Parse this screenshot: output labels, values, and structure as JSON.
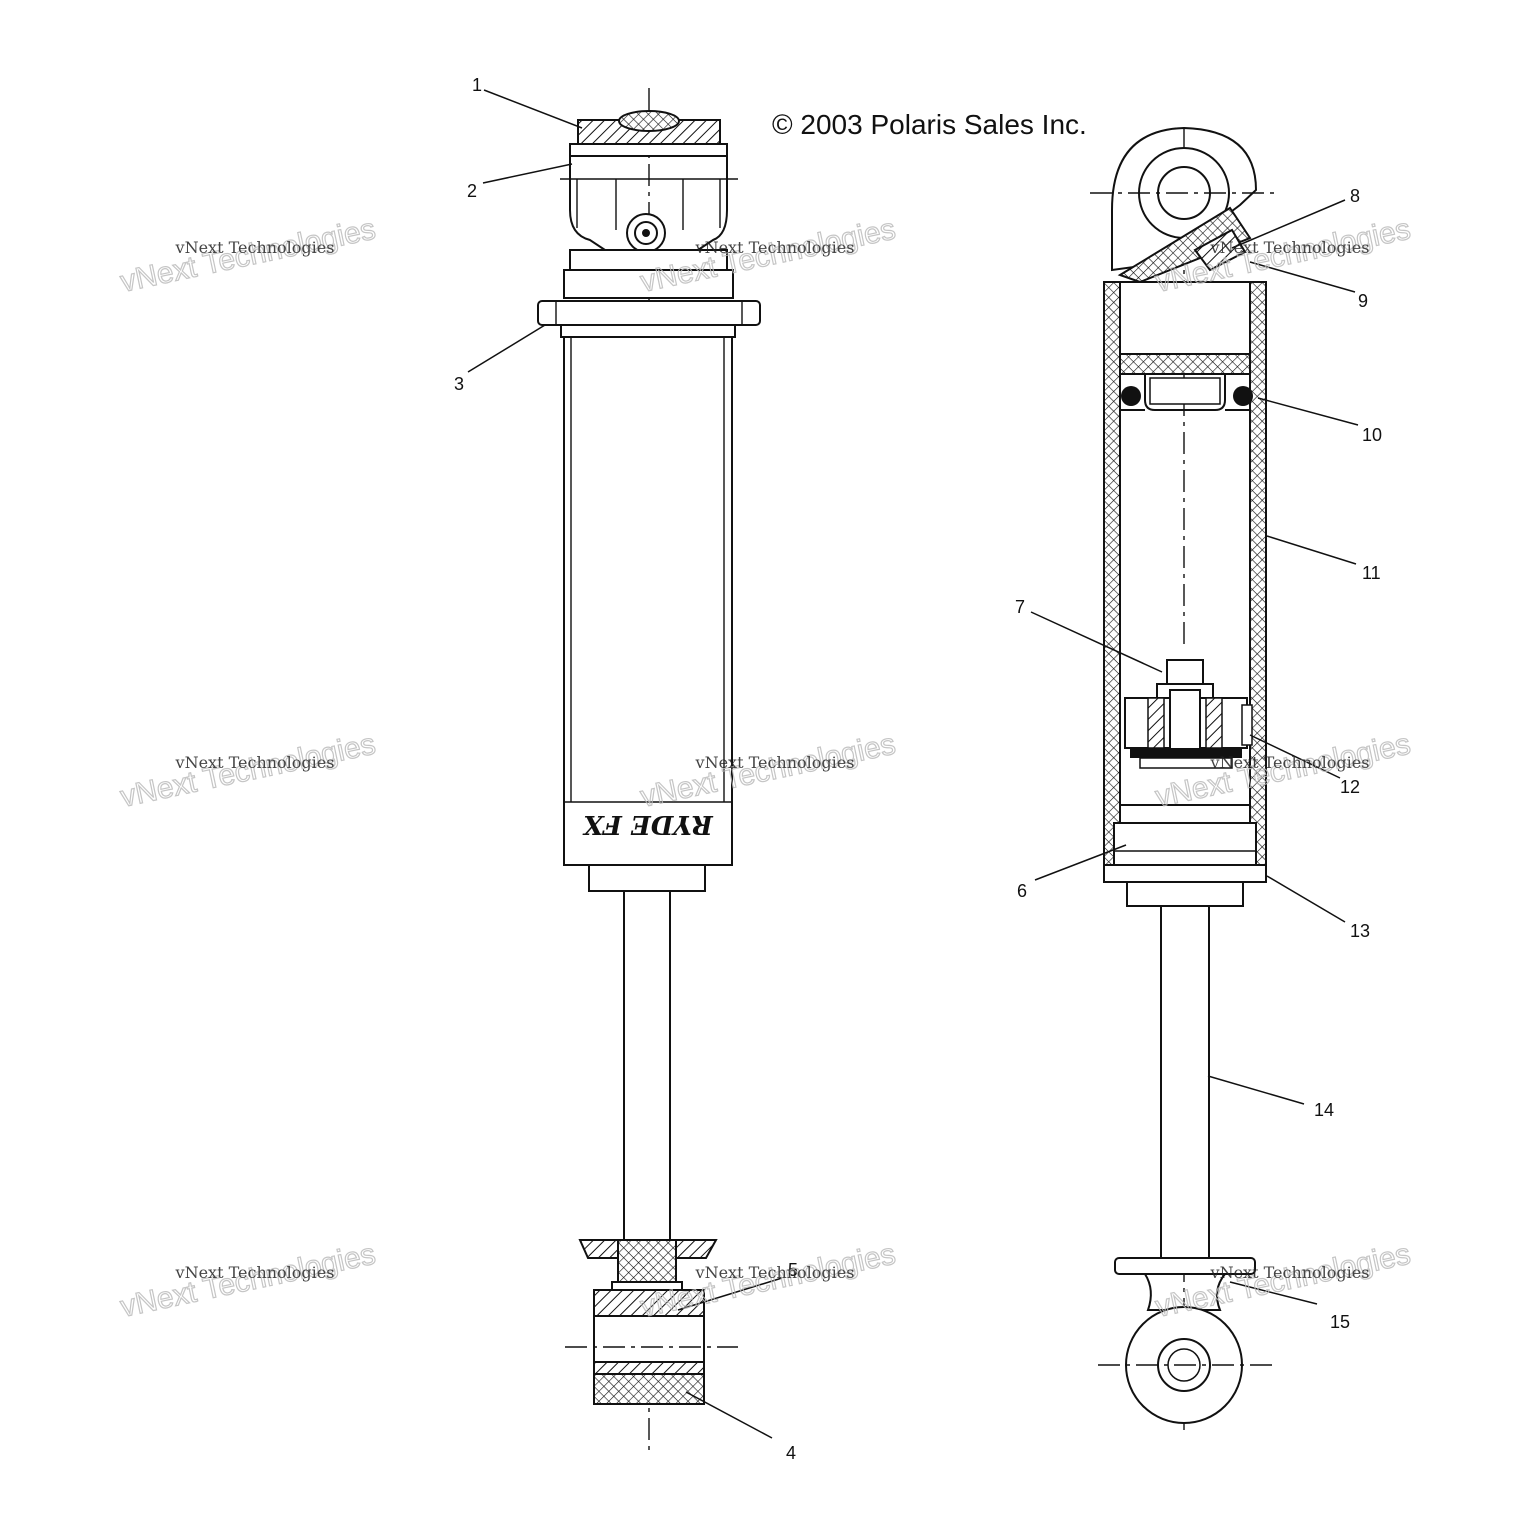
{
  "copyright": "© 2003 Polaris Sales Inc.",
  "logo_text": "RYDE FX",
  "watermark": {
    "line1": "vNext Technologies",
    "line2": "vNext Technologies"
  },
  "callouts": [
    "1",
    "2",
    "3",
    "4",
    "5",
    "6",
    "7",
    "8",
    "9",
    "10",
    "11",
    "12",
    "13",
    "14",
    "15"
  ]
}
